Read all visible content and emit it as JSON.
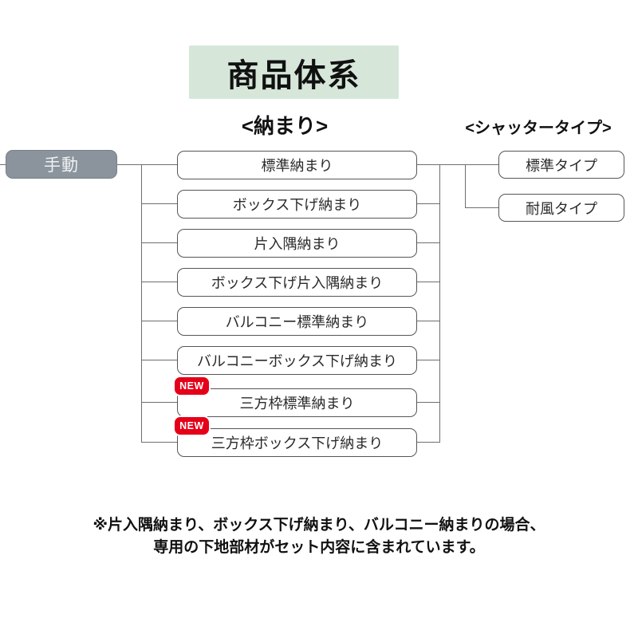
{
  "title": "商品体系",
  "headings": {
    "osamari": "<納まり>",
    "shutter_type": "<シャッタータイプ>"
  },
  "root": {
    "label": "手動"
  },
  "osamari_items": [
    {
      "label": "標準納まり",
      "new": false
    },
    {
      "label": "ボックス下げ納まり",
      "new": false
    },
    {
      "label": "片入隅納まり",
      "new": false
    },
    {
      "label": "ボックス下げ片入隅納まり",
      "new": false
    },
    {
      "label": "バルコニー標準納まり",
      "new": false
    },
    {
      "label": "バルコニーボックス下げ納まり",
      "new": false
    },
    {
      "label": "三方枠標準納まり",
      "new": true
    },
    {
      "label": "三方枠ボックス下げ納まり",
      "new": true
    }
  ],
  "new_badge_label": "NEW",
  "shutter_items": [
    {
      "label": "標準タイプ"
    },
    {
      "label": "耐風タイプ"
    }
  ],
  "note_lines": [
    "※片入隅納まり、ボックス下げ納まり、バルコニー納まりの場合、",
    "専用の下地部材がセット内容に含まれています。"
  ],
  "colors": {
    "title_bg": "#d6e7da",
    "root_bg": "#8b949c",
    "badge_red": "#e50019",
    "line": "#6e6e6e",
    "box_border": "#565656"
  }
}
